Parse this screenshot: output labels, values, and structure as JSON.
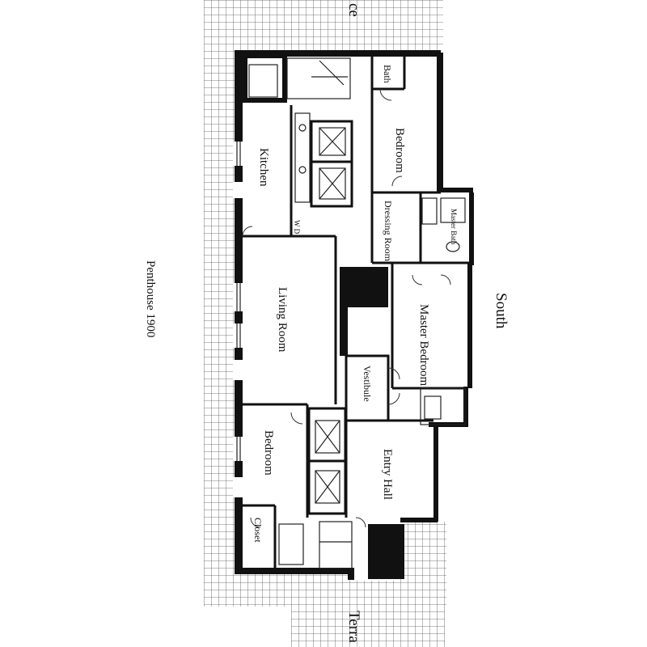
{
  "plan": {
    "title": "Penthouse 1900",
    "orientation": "South",
    "top_edge_fragment": "ce",
    "bottom_edge_fragment": "Terra",
    "rooms": {
      "kitchen": "Kitchen",
      "living_room": "Living Room",
      "bedroom_west": "Bedroom",
      "closet": "Closet",
      "bath": "Bath",
      "bedroom_east": "Bedroom",
      "dressing_room": "Dressing Room",
      "master_bedroom": "Master Bedroom",
      "master_bath": "Master Bath",
      "vestibule": "Vestibule",
      "entry_hall": "Entry Hall",
      "wd": "W D"
    },
    "colors": {
      "ink": "#111111",
      "paper": "#ffffff",
      "terrace_grid": "#555555"
    }
  }
}
